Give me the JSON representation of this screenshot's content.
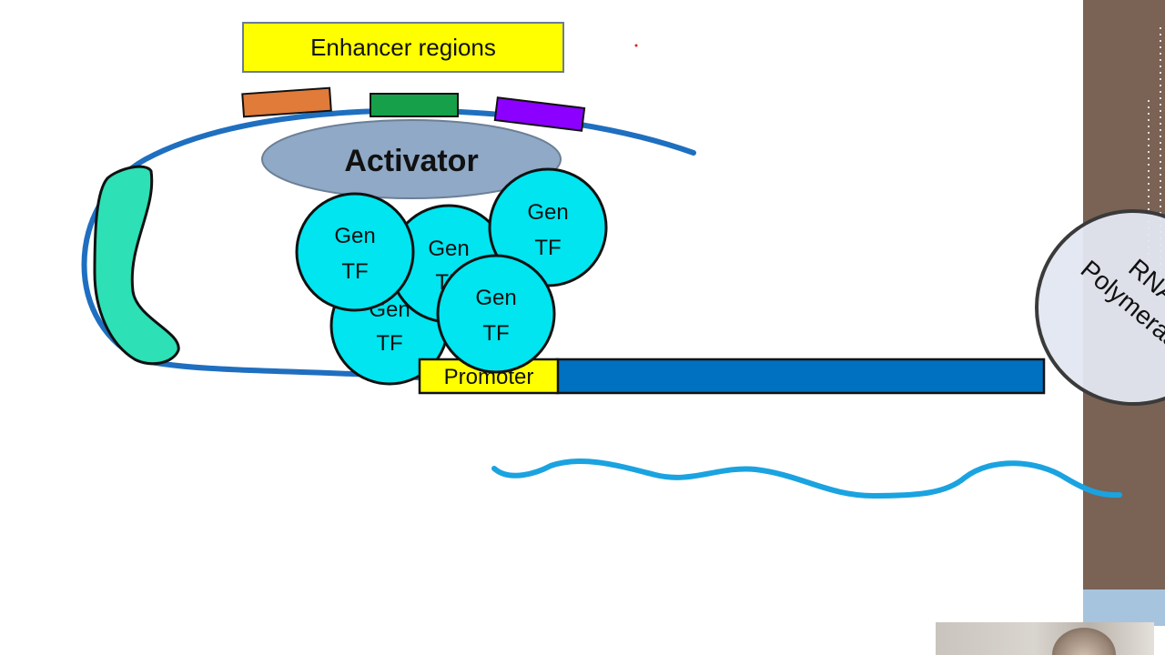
{
  "diagram": {
    "enhancer_label": "Enhancer regions",
    "activator_label": "Activator",
    "promoter_label": "Promoter",
    "rna_polymerase_label": [
      "RNA",
      "Polymerase"
    ],
    "gen_tf_label": [
      "Gen",
      "TF"
    ],
    "colors": {
      "dna": "#1f6fc0",
      "gene_body": "#0070c0",
      "mrna": "#1aa3e0",
      "enhancer_box": "#ffff00",
      "enhancer_1": "#e07b39",
      "enhancer_2": "#16a049",
      "enhancer_3": "#8b00ff",
      "activator": "#8fa9c6",
      "gen_tf": "#00e5f0",
      "mediator": "#2de0b5",
      "promoter": "#ffff00",
      "side_bar": "#7a6255",
      "side_bar_bottom": "#a7c4de",
      "rna_polymerase": "#e3e7f1"
    }
  }
}
